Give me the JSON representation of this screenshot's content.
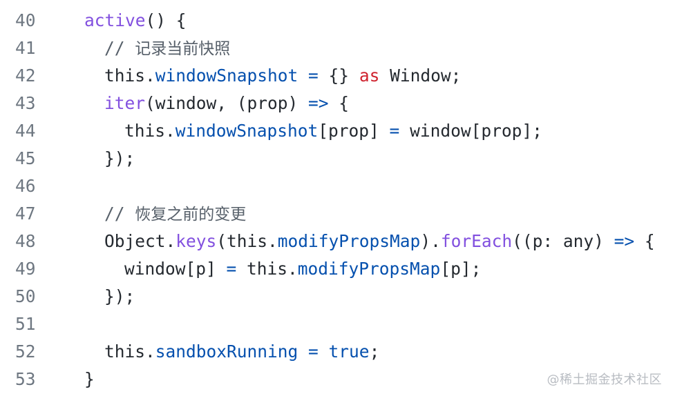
{
  "code": {
    "lines": [
      {
        "n": "40",
        "indent": 1,
        "tokens": [
          {
            "t": "active",
            "k": "fn"
          },
          {
            "t": "() {",
            "k": "plain"
          }
        ]
      },
      {
        "n": "41",
        "indent": 2,
        "tokens": [
          {
            "t": "// ",
            "k": "cmt"
          },
          {
            "t": "记录当前快照",
            "k": "cmt-zh"
          }
        ]
      },
      {
        "n": "42",
        "indent": 2,
        "tokens": [
          {
            "t": "this.",
            "k": "plain"
          },
          {
            "t": "windowSnapshot",
            "k": "prop"
          },
          {
            "t": " = ",
            "k": "op"
          },
          {
            "t": "{} ",
            "k": "plain"
          },
          {
            "t": "as",
            "k": "kw"
          },
          {
            "t": " Window;",
            "k": "plain"
          }
        ]
      },
      {
        "n": "43",
        "indent": 2,
        "tokens": [
          {
            "t": "iter",
            "k": "fn"
          },
          {
            "t": "(window, (prop) ",
            "k": "plain"
          },
          {
            "t": "=>",
            "k": "op"
          },
          {
            "t": " {",
            "k": "plain"
          }
        ]
      },
      {
        "n": "44",
        "indent": 3,
        "tokens": [
          {
            "t": "this.",
            "k": "plain"
          },
          {
            "t": "windowSnapshot",
            "k": "prop"
          },
          {
            "t": "[prop] ",
            "k": "plain"
          },
          {
            "t": "=",
            "k": "op"
          },
          {
            "t": " window[prop];",
            "k": "plain"
          }
        ]
      },
      {
        "n": "45",
        "indent": 2,
        "tokens": [
          {
            "t": "});",
            "k": "plain"
          }
        ]
      },
      {
        "n": "46",
        "indent": 0,
        "tokens": []
      },
      {
        "n": "47",
        "indent": 2,
        "tokens": [
          {
            "t": "// ",
            "k": "cmt"
          },
          {
            "t": "恢复之前的变更",
            "k": "cmt-zh"
          }
        ]
      },
      {
        "n": "48",
        "indent": 2,
        "tokens": [
          {
            "t": "Object.",
            "k": "plain"
          },
          {
            "t": "keys",
            "k": "fn"
          },
          {
            "t": "(this.",
            "k": "plain"
          },
          {
            "t": "modifyPropsMap",
            "k": "prop"
          },
          {
            "t": ").",
            "k": "plain"
          },
          {
            "t": "forEach",
            "k": "fn"
          },
          {
            "t": "((p: any) ",
            "k": "plain"
          },
          {
            "t": "=>",
            "k": "op"
          },
          {
            "t": " {",
            "k": "plain"
          }
        ]
      },
      {
        "n": "49",
        "indent": 3,
        "tokens": [
          {
            "t": "window[p] ",
            "k": "plain"
          },
          {
            "t": "=",
            "k": "op"
          },
          {
            "t": " this.",
            "k": "plain"
          },
          {
            "t": "modifyPropsMap",
            "k": "prop"
          },
          {
            "t": "[p];",
            "k": "plain"
          }
        ]
      },
      {
        "n": "50",
        "indent": 2,
        "tokens": [
          {
            "t": "});",
            "k": "plain"
          }
        ]
      },
      {
        "n": "51",
        "indent": 0,
        "tokens": []
      },
      {
        "n": "52",
        "indent": 2,
        "tokens": [
          {
            "t": "this.",
            "k": "plain"
          },
          {
            "t": "sandboxRunning",
            "k": "prop"
          },
          {
            "t": " = ",
            "k": "op"
          },
          {
            "t": "true",
            "k": "bool"
          },
          {
            "t": ";",
            "k": "plain"
          }
        ]
      },
      {
        "n": "53",
        "indent": 1,
        "tokens": [
          {
            "t": "}",
            "k": "plain"
          }
        ]
      }
    ]
  },
  "watermark": "@稀土掘金技术社区",
  "colors": {
    "plain": "#24292f",
    "function": "#8250df",
    "property": "#0550ae",
    "keyword": "#cf222e",
    "comment": "#57606a",
    "line_number": "#6e7781",
    "background": "#ffffff"
  }
}
